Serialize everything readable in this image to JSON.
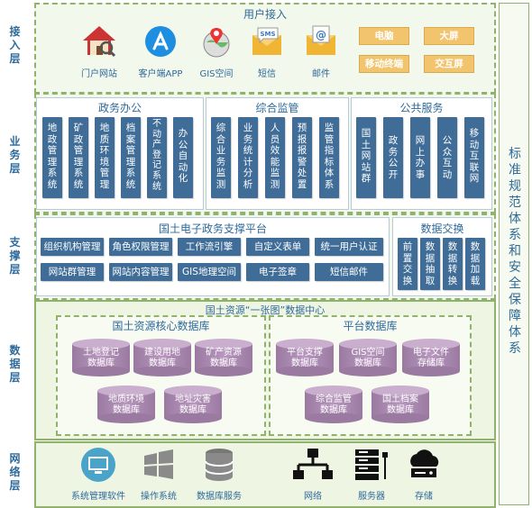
{
  "layers": {
    "access": "接入层",
    "business": "业务层",
    "support": "支撑层",
    "data": "数据层",
    "network": "网络层"
  },
  "access": {
    "title": "用户接入",
    "items": [
      {
        "label": "门户网站",
        "icon": "house-search-icon"
      },
      {
        "label": "客户端APP",
        "icon": "app-store-icon"
      },
      {
        "label": "GIS空间",
        "icon": "map-pin-icon"
      },
      {
        "label": "短信",
        "icon": "sms-envelope-icon"
      },
      {
        "label": "邮件",
        "icon": "email-envelope-icon"
      }
    ],
    "terminals": [
      "电脑",
      "大屏",
      "移动终端",
      "交互屏"
    ]
  },
  "business": {
    "gov": {
      "title": "政务办公",
      "items": [
        "地政管理系统",
        "矿政管理系统",
        "地质环境管理",
        "档案管理系统",
        "不动产登记系统",
        "办公自动化"
      ]
    },
    "supervision": {
      "title": "综合监管",
      "items": [
        "综合业务监测",
        "业务统计分析",
        "人员效能监测",
        "预报报警处置",
        "监管指标体系"
      ]
    },
    "public": {
      "title": "公共服务",
      "items": [
        "国土网站群",
        "政务公开",
        "网上办事",
        "公众互动",
        "移动互联网"
      ]
    }
  },
  "support": {
    "platform": {
      "title": "国土电子政务支撑平台",
      "row1": [
        "组织机构管理",
        "角色权限管理",
        "工作流引擎",
        "自定义表单",
        "统一用户认证"
      ],
      "row2": [
        "网站群管理",
        "网站内容管理",
        "GIS地理空间",
        "电子签章",
        "短信邮件"
      ]
    },
    "exchange": {
      "title": "数据交换",
      "items": [
        "前置交换",
        "数据抽取",
        "数据转换",
        "数据加载"
      ]
    }
  },
  "data": {
    "title": "国土资源“一张图”数据中心",
    "core": {
      "title": "国土资源核心数据库",
      "dbs": [
        [
          "土地登记",
          "数据库"
        ],
        [
          "建设用地",
          "数据库"
        ],
        [
          "矿产资源",
          "数据库"
        ],
        [
          "地质环境",
          "数据库"
        ],
        [
          "地址灾害",
          "数据库"
        ]
      ]
    },
    "platform": {
      "title": "平台数据库",
      "dbs": [
        [
          "平台支撑",
          "数据库"
        ],
        [
          "GIS空间",
          "数据库"
        ],
        [
          "电子文件",
          "存储库"
        ],
        [
          "综合监管",
          "数据库"
        ],
        [
          "国土档案",
          "数据库"
        ]
      ]
    }
  },
  "network": {
    "items": [
      {
        "label": "系统管理软件",
        "icon": "monitor-gear-icon"
      },
      {
        "label": "操作系统",
        "icon": "windows-icon"
      },
      {
        "label": "数据库服务",
        "icon": "database-icon"
      },
      {
        "label": "网络",
        "icon": "network-topology-icon"
      },
      {
        "label": "服务器",
        "icon": "server-icon"
      },
      {
        "label": "存储",
        "icon": "cloud-storage-icon"
      }
    ]
  },
  "right_column": "标准规范体系和安全保障体系"
}
